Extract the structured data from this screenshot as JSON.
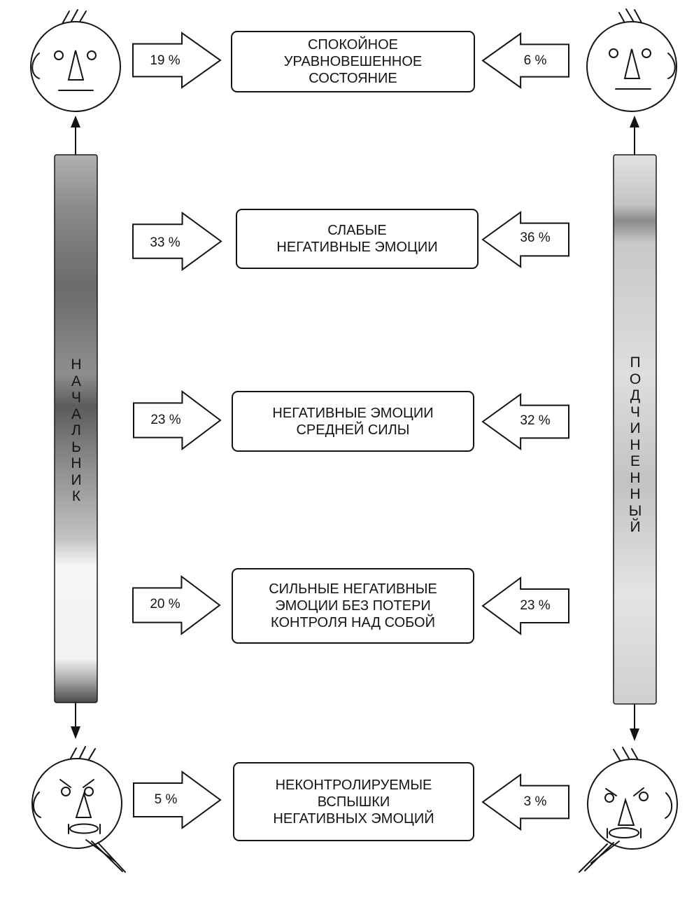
{
  "boss_label": "НАЧАЛЬНИК",
  "subordinate_label": "ПОДЧИНЕННЫЙ",
  "levels": [
    {
      "text": "СПОКОЙНОЕ\nУРАВНОВЕШЕННОЕ\nСОСТОЯНИЕ",
      "boss_pct": "19 %",
      "subordinate_pct": "6 %"
    },
    {
      "text": "СЛАБЫЕ\nНЕГАТИВНЫЕ ЭМОЦИИ",
      "boss_pct": "33 %",
      "subordinate_pct": "36 %"
    },
    {
      "text": "НЕГАТИВНЫЕ ЭМОЦИИ\nСРЕДНЕЙ СИЛЫ",
      "boss_pct": "23 %",
      "subordinate_pct": "32 %"
    },
    {
      "text": "СИЛЬНЫЕ  НЕГАТИВНЫЕ\nЭМОЦИИ БЕЗ ПОТЕРИ\nКОНТРОЛЯ НАД СОБОЙ",
      "boss_pct": "20 %",
      "subordinate_pct": "23 %"
    },
    {
      "text": "НЕКОНТРОЛИРУЕМЫЕ\nВСПЫШКИ\nНЕГАТИВНЫХ ЭМОЦИЙ",
      "boss_pct": "5 %",
      "subordinate_pct": "3 %"
    }
  ],
  "faces": {
    "boss_top": "calm-face-icon",
    "subordinate_top": "calm-face-icon",
    "boss_bottom": "angry-face-icon",
    "subordinate_bottom": "angry-face-icon"
  },
  "colors": {
    "ink": "#141414",
    "boss_bar_dark": "#555555",
    "subordinate_bar_light": "#dadada"
  }
}
